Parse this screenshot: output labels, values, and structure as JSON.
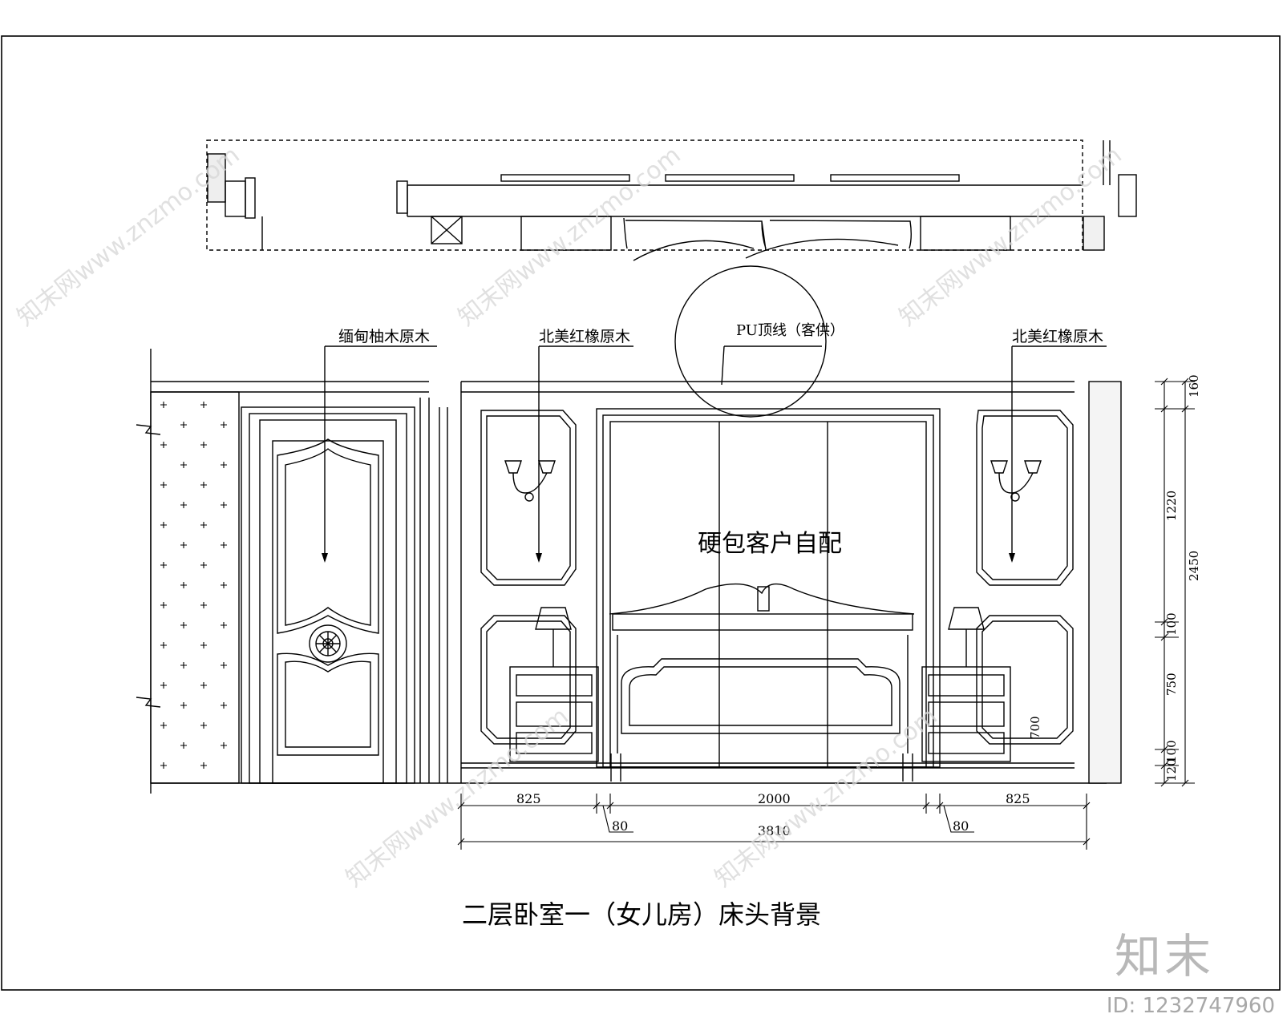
{
  "drawing": {
    "title": "二层卧室一（女儿房）床头背景",
    "callouts": {
      "door_material": "缅甸柚木原木",
      "left_panel_material": "北美红橡原木",
      "right_panel_material": "北美红橡原木",
      "ceiling_molding": "PU顶线（客供）",
      "center_panel": "硬包客户自配"
    },
    "dimensions": {
      "horizontal": {
        "left_width": "825",
        "center_width": "2000",
        "right_width": "825",
        "gap_left": "80",
        "gap_right": "80",
        "total_width": "3810"
      },
      "vertical": {
        "d160": "160",
        "d1220": "1220",
        "d2450": "2450",
        "d100": "100",
        "d750": "750",
        "d100b": "100",
        "d120": "120",
        "d700": "700"
      }
    }
  },
  "watermark": {
    "text": "知末网www.znzmo.com",
    "brand": "知末",
    "image_id": "ID: 1232747960"
  }
}
